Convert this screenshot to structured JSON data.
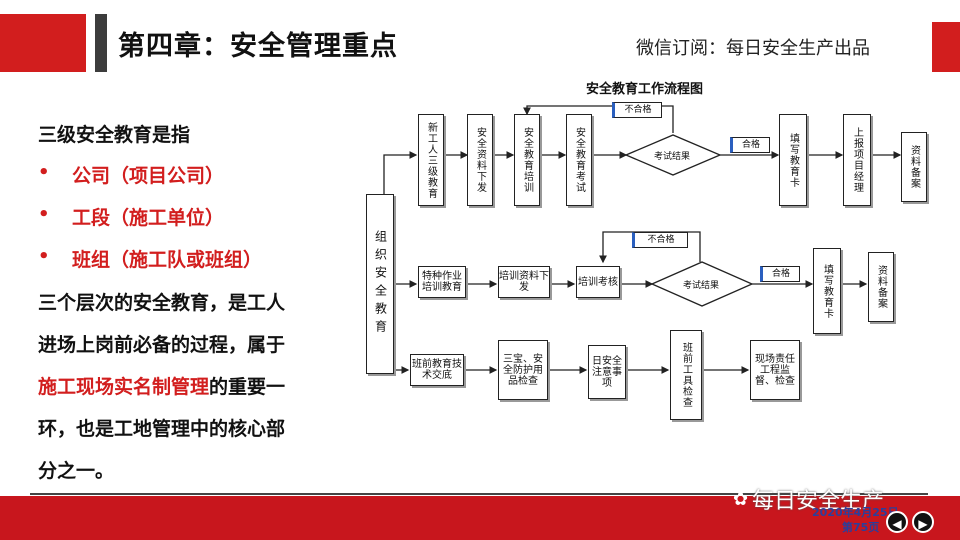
{
  "header": {
    "title": "第四章：安全管理重点",
    "subscribe": "微信订阅：每日安全生产出品"
  },
  "left": {
    "intro": "三级安全教育是指",
    "bullets": [
      "公司（项目公司）",
      "工段（施工单位）",
      "班组（施工队或班组）"
    ],
    "para_lines": [
      "三个层次的安全教育，是工人",
      "进场上岗前必备的过程，属于"
    ],
    "para_red": "施工现场实名制管理",
    "para_after_red": "的重要一",
    "para_tail": [
      "环，也是工地管理中的核心部",
      "分之一。"
    ]
  },
  "diagram": {
    "title": "安全教育工作流程图",
    "root": "组织安全教育",
    "row1": [
      "新工人三级教育",
      "安全资料下发",
      "安全教育培训",
      "安全教育考试",
      "填写教育卡",
      "上报项目经理",
      "资料备案"
    ],
    "row1_diamond": "考试结果",
    "row1_fail": "不合格",
    "row1_pass": "合格",
    "row2": [
      "特种作业培训教育",
      "培训资料下发",
      "培训考核",
      "填写教育卡",
      "资料备案"
    ],
    "row2_diamond": "考试结果",
    "row2_fail": "不合格",
    "row2_pass": "合格",
    "row3": [
      "班前教育技术交底",
      "三宝、安全防护用品检查",
      "日安全注意事项",
      "班前工具检查",
      "现场责任工程监督、检查"
    ]
  },
  "footer": {
    "watermark": "每日安全生产",
    "date": "2020年4月25日",
    "page": "第75页",
    "prev_icon": "arrow-left-icon",
    "next_icon": "arrow-right-icon"
  }
}
